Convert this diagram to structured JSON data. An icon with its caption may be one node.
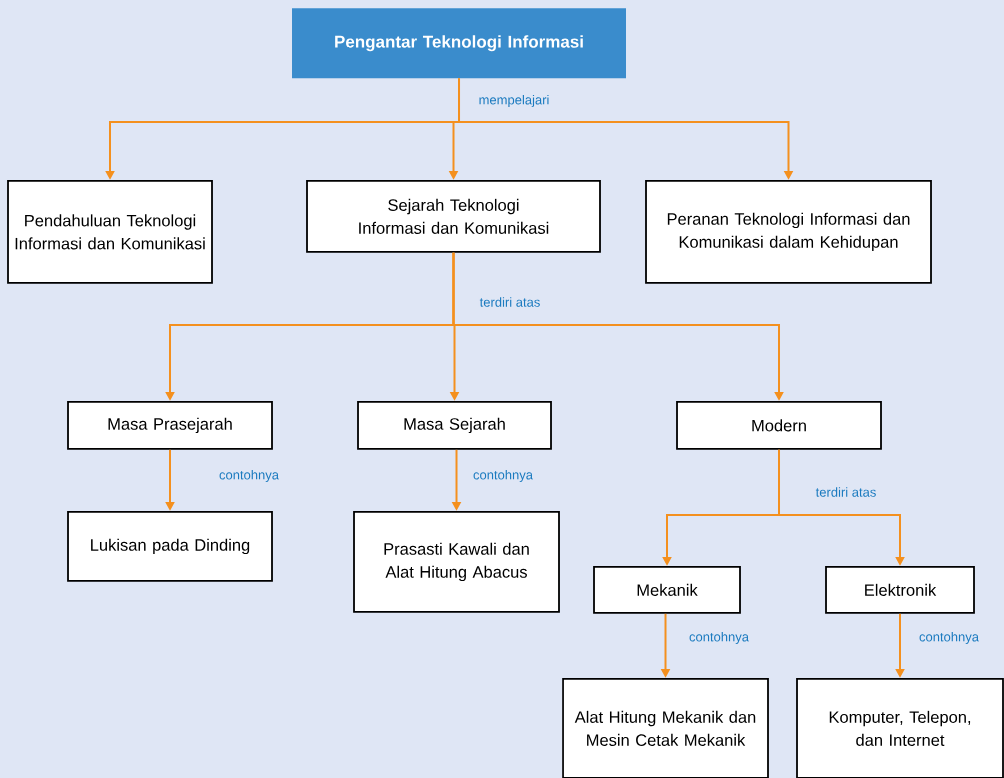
{
  "diagram": {
    "nodes": [
      {
        "text": [
          "Pengantar Teknologi Informasi"
        ]
      },
      {
        "text": [
          "Pendahuluan Teknologi Informasi dan Komunikasi"
        ]
      },
      {
        "text": [
          "Sejarah Teknologi Informasi dan Komunikasi"
        ]
      },
      {
        "text": [
          "Peranan Teknologi Informasi dan Komunikasi dalam Kehidupan"
        ]
      },
      {
        "text": [
          "Masa Prasejarah"
        ]
      },
      {
        "text": [
          "Masa Sejarah"
        ]
      },
      {
        "text": [
          "Modern"
        ]
      },
      {
        "text": [
          "Lukisan pada Dinding"
        ]
      },
      {
        "text": [
          "Prasasti Kawali dan Alat Hitung Abacus"
        ]
      },
      {
        "text": [
          "Mekanik"
        ]
      },
      {
        "text": [
          "Elektronik"
        ]
      },
      {
        "text": [
          "Alat Hitung Mekanik dan Mesin Cetak Mekanik"
        ]
      },
      {
        "text": [
          "Komputer, Telepon, dan Internet"
        ]
      }
    ],
    "edges": [
      {
        "from": 0,
        "to": 1,
        "arrow": "to"
      },
      {
        "from": 0,
        "to": 2,
        "arrow": "to",
        "label": "mempelajari"
      },
      {
        "from": 0,
        "to": 3,
        "arrow": "to"
      },
      {
        "from": 2,
        "to": 4,
        "arrow": "to"
      },
      {
        "from": 2,
        "to": 5,
        "arrow": "to",
        "label": "terdiri atas"
      },
      {
        "from": 2,
        "to": 6,
        "arrow": "to"
      },
      {
        "from": 4,
        "to": 7,
        "arrow": "to",
        "label": "contohnya"
      },
      {
        "from": 5,
        "to": 8,
        "arrow": "to",
        "label": "contohnya"
      },
      {
        "from": 6,
        "to": 9,
        "arrow": "to",
        "label": "terdiri atas"
      },
      {
        "from": 6,
        "to": 10,
        "arrow": "to"
      },
      {
        "from": 9,
        "to": 11,
        "arrow": "to",
        "label": "contohnya"
      },
      {
        "from": 10,
        "to": 12,
        "arrow": "to",
        "label": "contohnya"
      }
    ]
  }
}
